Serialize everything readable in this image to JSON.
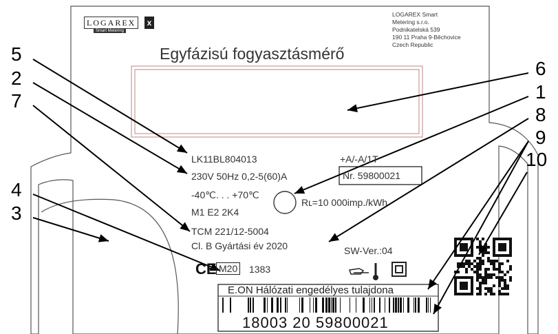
{
  "plate": {
    "logo_text": "LOGAREX",
    "logo_x": "x",
    "logo_sub": "Smart Metering",
    "manufacturer_address": "LOGAREX Smart\nMetering s.r.o.\nPodnikatelská 539\n190 11 Praha 9-Běchovice\nCzech Republic",
    "title": "Egyfázisú fogyasztásmérő",
    "type_code": "LK11BL804013",
    "rating": "230V 50Hz 0,2-5(60)A",
    "temp_range": "-40℃. . . +70℃",
    "classes": "M1 E2 2K4",
    "tcm": "TCM 221/12-5004",
    "class_year": "Cl. B Gyártási év 2020",
    "energy_dir": "+A/-A/1T",
    "serial": "Nr. 59800021",
    "impulse": "Rʟ=10 000imp./kWh",
    "sw_version": "SW-Ver.:04",
    "ce_mark": "CE",
    "metrology_mark": "M20",
    "notified_body": "1383",
    "ownership": "E.ON Hálózati engedélyes tulajdona",
    "barcode_number": "18003 20 59800021"
  },
  "callouts": [
    "1",
    "2",
    "3",
    "4",
    "5",
    "6",
    "7",
    "8",
    "9",
    "10"
  ]
}
